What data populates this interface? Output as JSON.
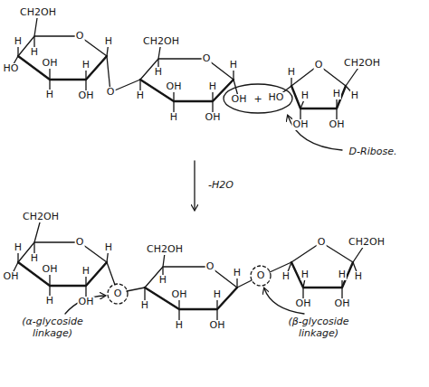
{
  "diagram": {
    "labels": [
      "CH2OH",
      "O",
      "H",
      "H",
      "HO",
      "H",
      "OH",
      "H",
      "H",
      "OH",
      "O",
      "CH2OH",
      "O",
      "H",
      "H",
      "OH",
      "H",
      "H",
      "OH",
      "H",
      "OH",
      "+",
      "HO",
      "O",
      "CH2OH",
      "H",
      "H",
      "OH",
      "H",
      "H",
      "OH",
      "D-Ribose.",
      "-H2O",
      "CH2OH",
      "O",
      "H",
      "H",
      "H",
      "OH",
      "OH",
      "H",
      "H",
      "OH",
      "O",
      "CH2OH",
      "O",
      "H",
      "H",
      "OH",
      "H",
      "H",
      "OH",
      "H",
      "O",
      "O",
      "CH2OH",
      "H",
      "H",
      "OH",
      "H",
      "OH",
      "H",
      "(α-glycoside linkage)",
      "(β-glycoside linkage)"
    ]
  }
}
